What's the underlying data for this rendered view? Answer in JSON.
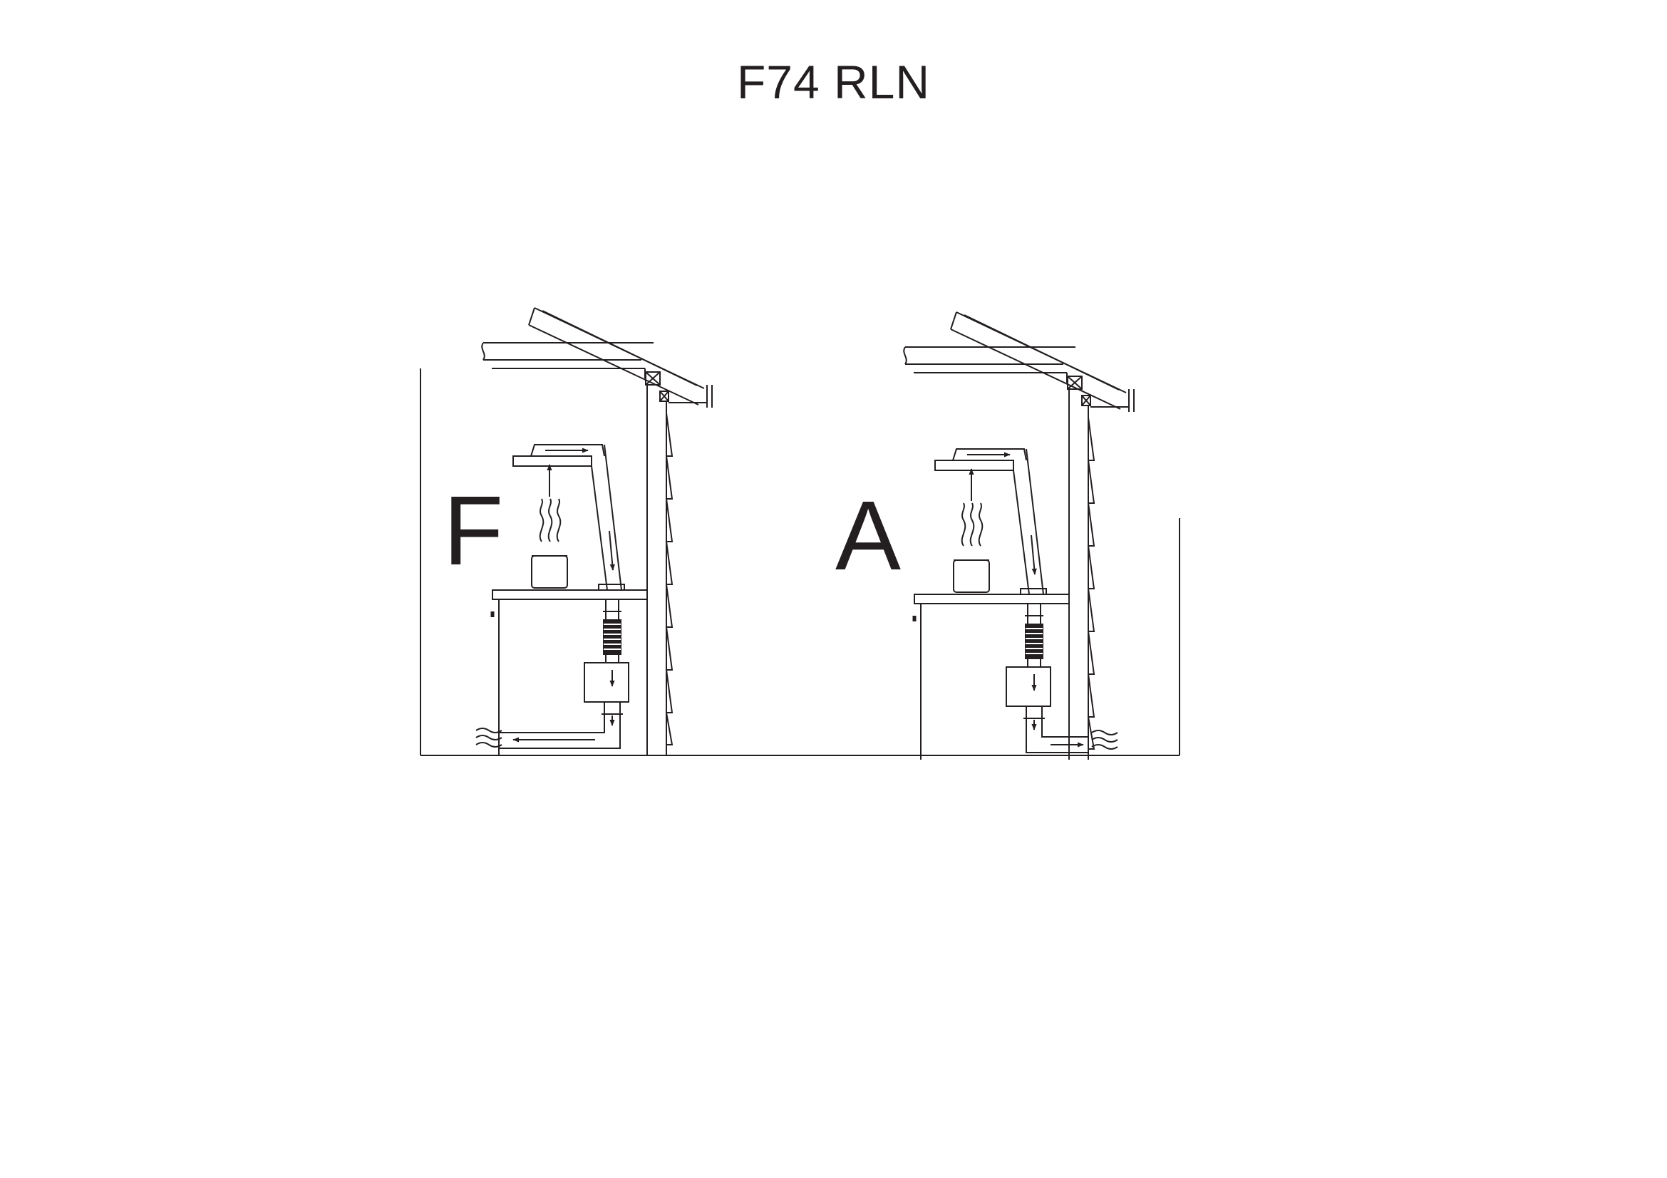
{
  "title": "F74 RLN",
  "panels": [
    {
      "label": "F"
    },
    {
      "label": "A"
    }
  ],
  "colors": {
    "ink": "#231f20",
    "background": "#ffffff"
  },
  "icons": [
    "roof-window-icon",
    "range-hood-icon",
    "cooking-pot-icon",
    "steam-icon",
    "airflow-arrow-icon",
    "duct-fan-box-icon",
    "flexible-duct-icon",
    "air-outlet-wave-icon"
  ]
}
